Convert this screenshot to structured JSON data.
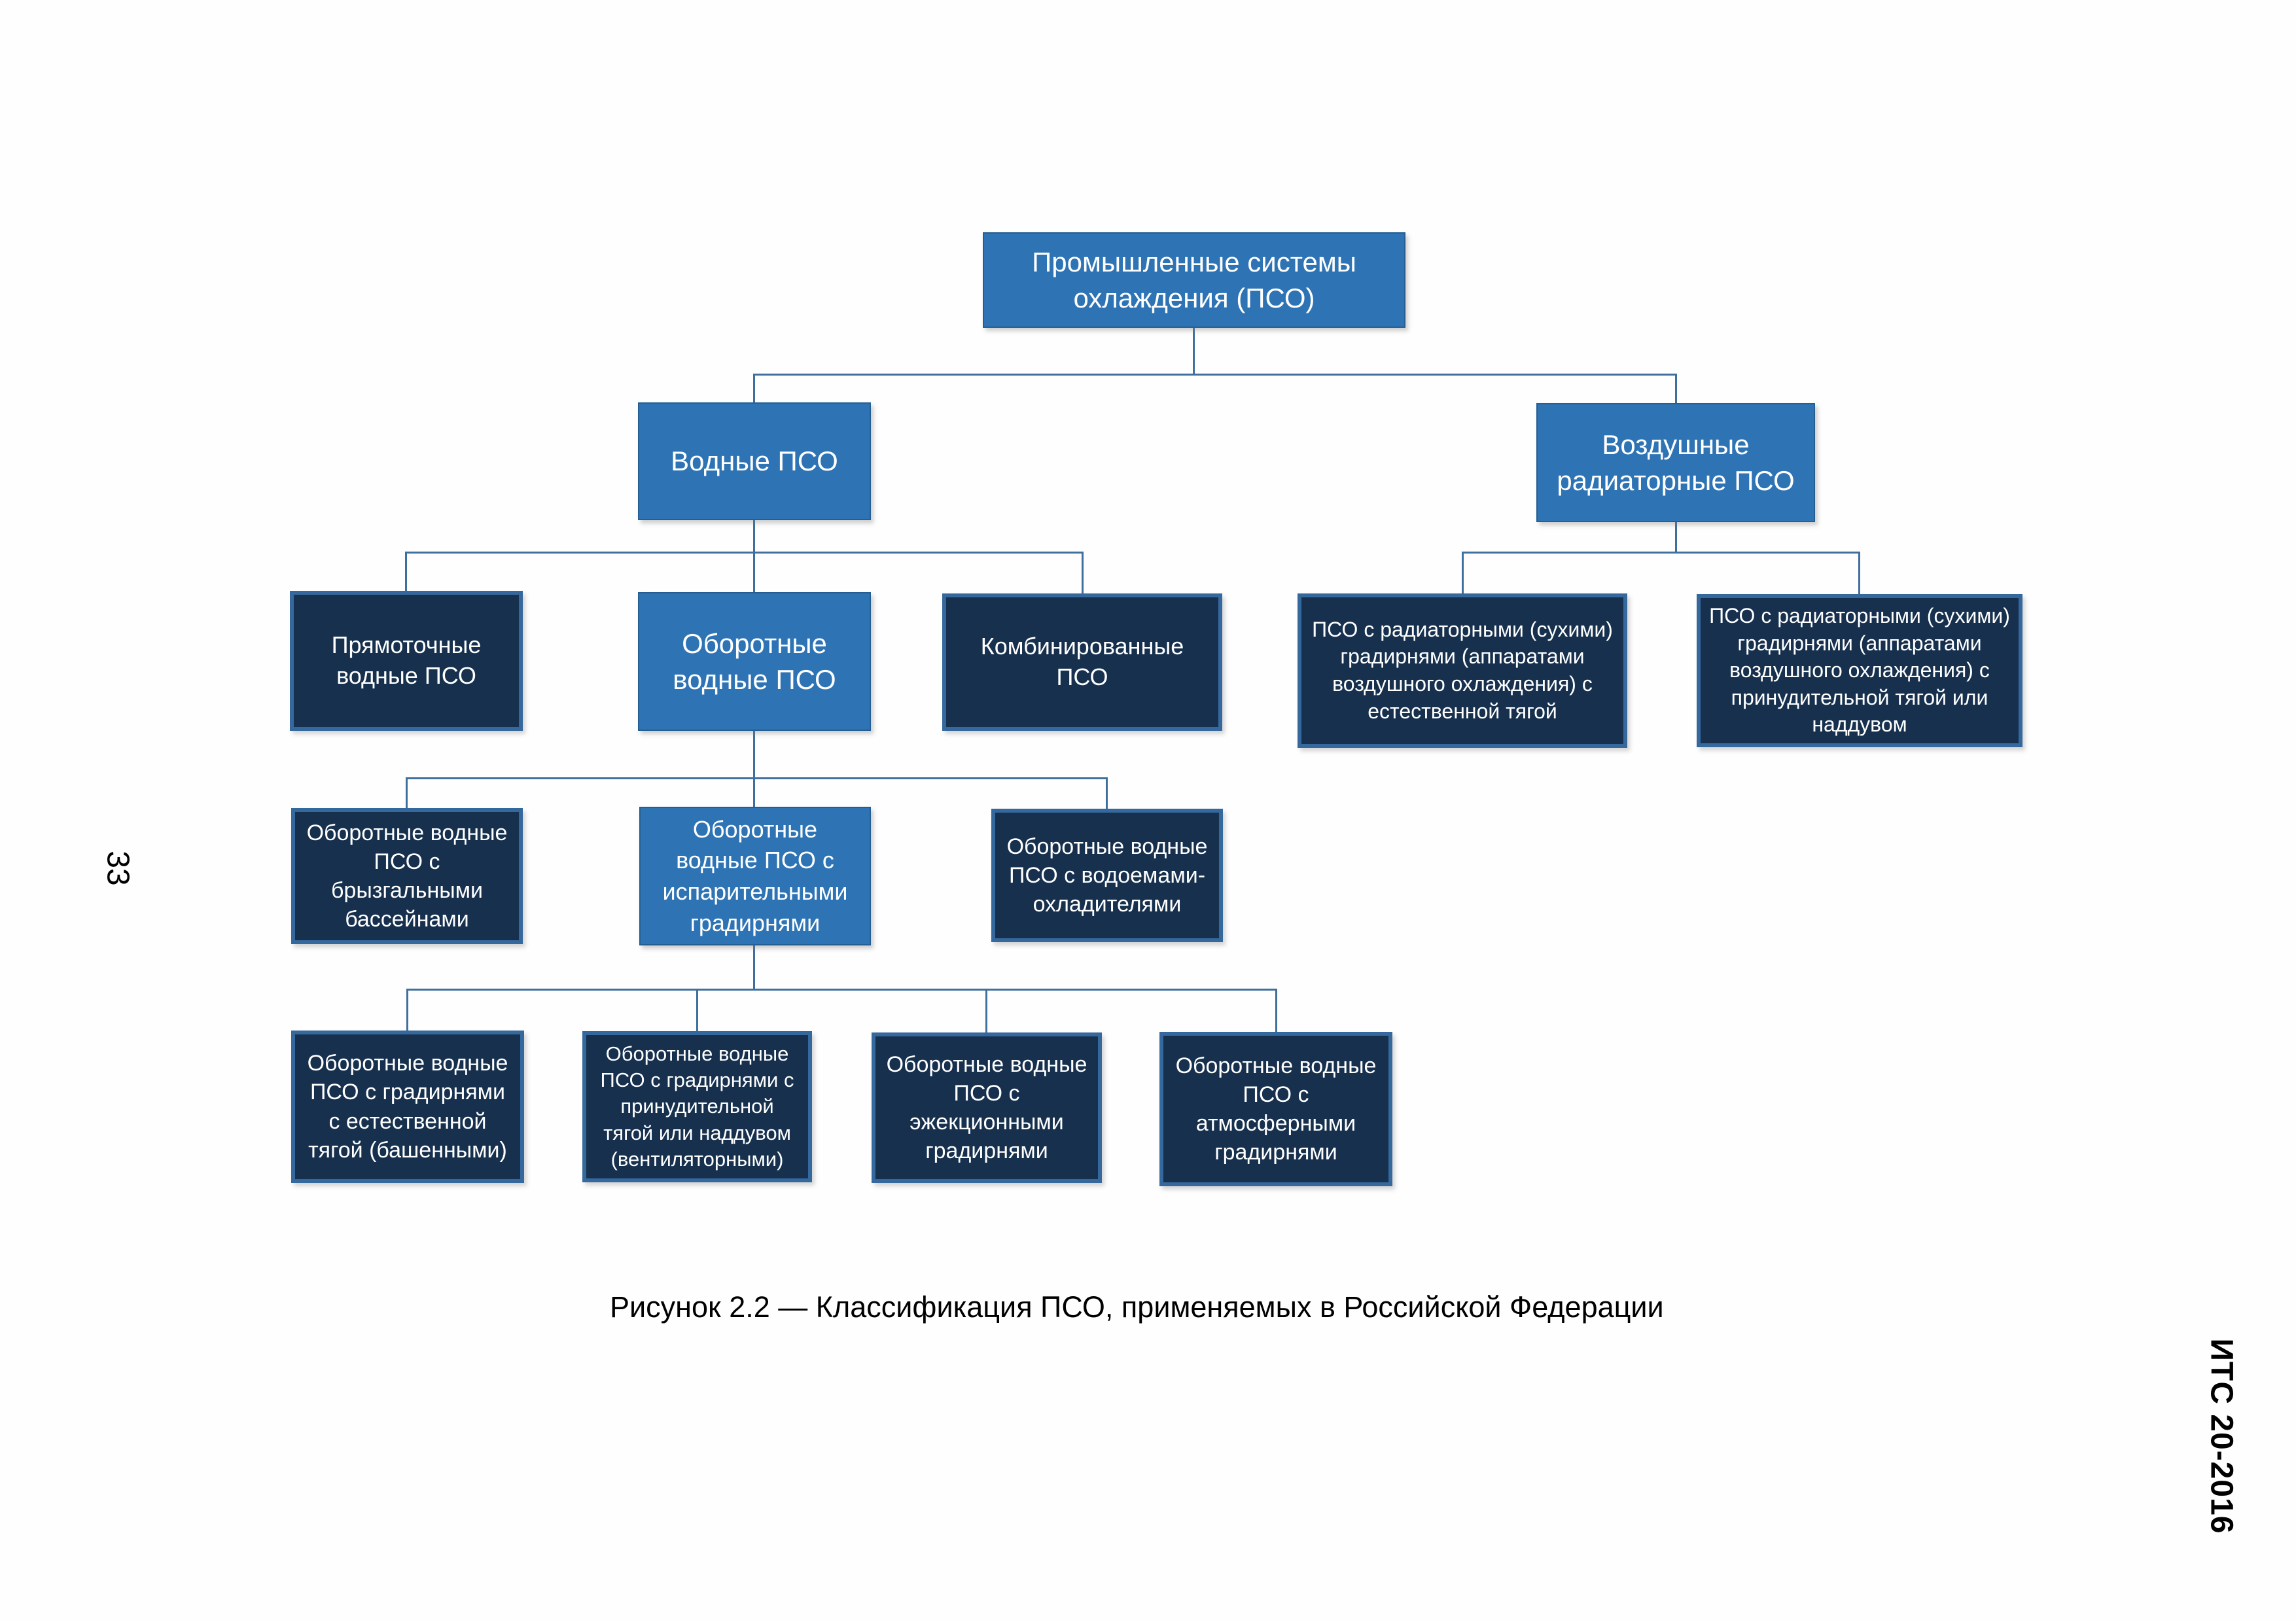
{
  "page": {
    "number": "33",
    "doc_code": "ИТС 20-2016",
    "caption": "Рисунок 2.2 — Классификация ПСО, применяемых в Российской Федерации"
  },
  "palette": {
    "primary_blue": "#2E74B5",
    "dark_navy": "#16304E",
    "dark_box_border": "#35689D",
    "connector": "#3E6F9E",
    "text_on_box": "#FFFFFF"
  },
  "nodes": {
    "root": {
      "label": "Промышленные системы\nохлаждения (ПСО)"
    },
    "water": {
      "label": "Водные ПСО"
    },
    "air": {
      "label": "Воздушные\nрадиаторные ПСО"
    },
    "once_through": {
      "label": "Прямоточные\nводные ПСО"
    },
    "recirculating": {
      "label": "Оборотные\nводные ПСО"
    },
    "combined": {
      "label": "Комбинированные\nПСО"
    },
    "air_natural": {
      "label": "ПСО с радиаторными (сухими)\nградирнями (аппаратами\nвоздушного охлаждения) с\nестественной тягой"
    },
    "air_forced": {
      "label": "ПСО с радиаторными (сухими)\nградирнями (аппаратами\nвоздушного охлаждения) с\nпринудительной тягой или\nнаддувом"
    },
    "spray_ponds": {
      "label": "Оборотные водные\nПСО с\nбрызгальными\nбассейнами"
    },
    "evaporative": {
      "label": "Оборотные\nводные ПСО с\nиспарительными\nградирнями"
    },
    "cooling_ponds": {
      "label": "Оборотные водные\nПСО с водоемами-\nохладителями"
    },
    "natural_draft": {
      "label": "Оборотные водные\nПСО с градирнями\nс естественной\nтягой (башенными)"
    },
    "forced_draft": {
      "label": "Оборотные водные\nПСО с градирнями с\nпринудительной\nтягой или наддувом\n(вентиляторными)"
    },
    "ejection": {
      "label": "Оборотные водные\nПСО с\nэжекционными\nградирнями"
    },
    "atmospheric": {
      "label": "Оборотные водные\nПСО с\nатмосферными\nградирнями"
    }
  }
}
